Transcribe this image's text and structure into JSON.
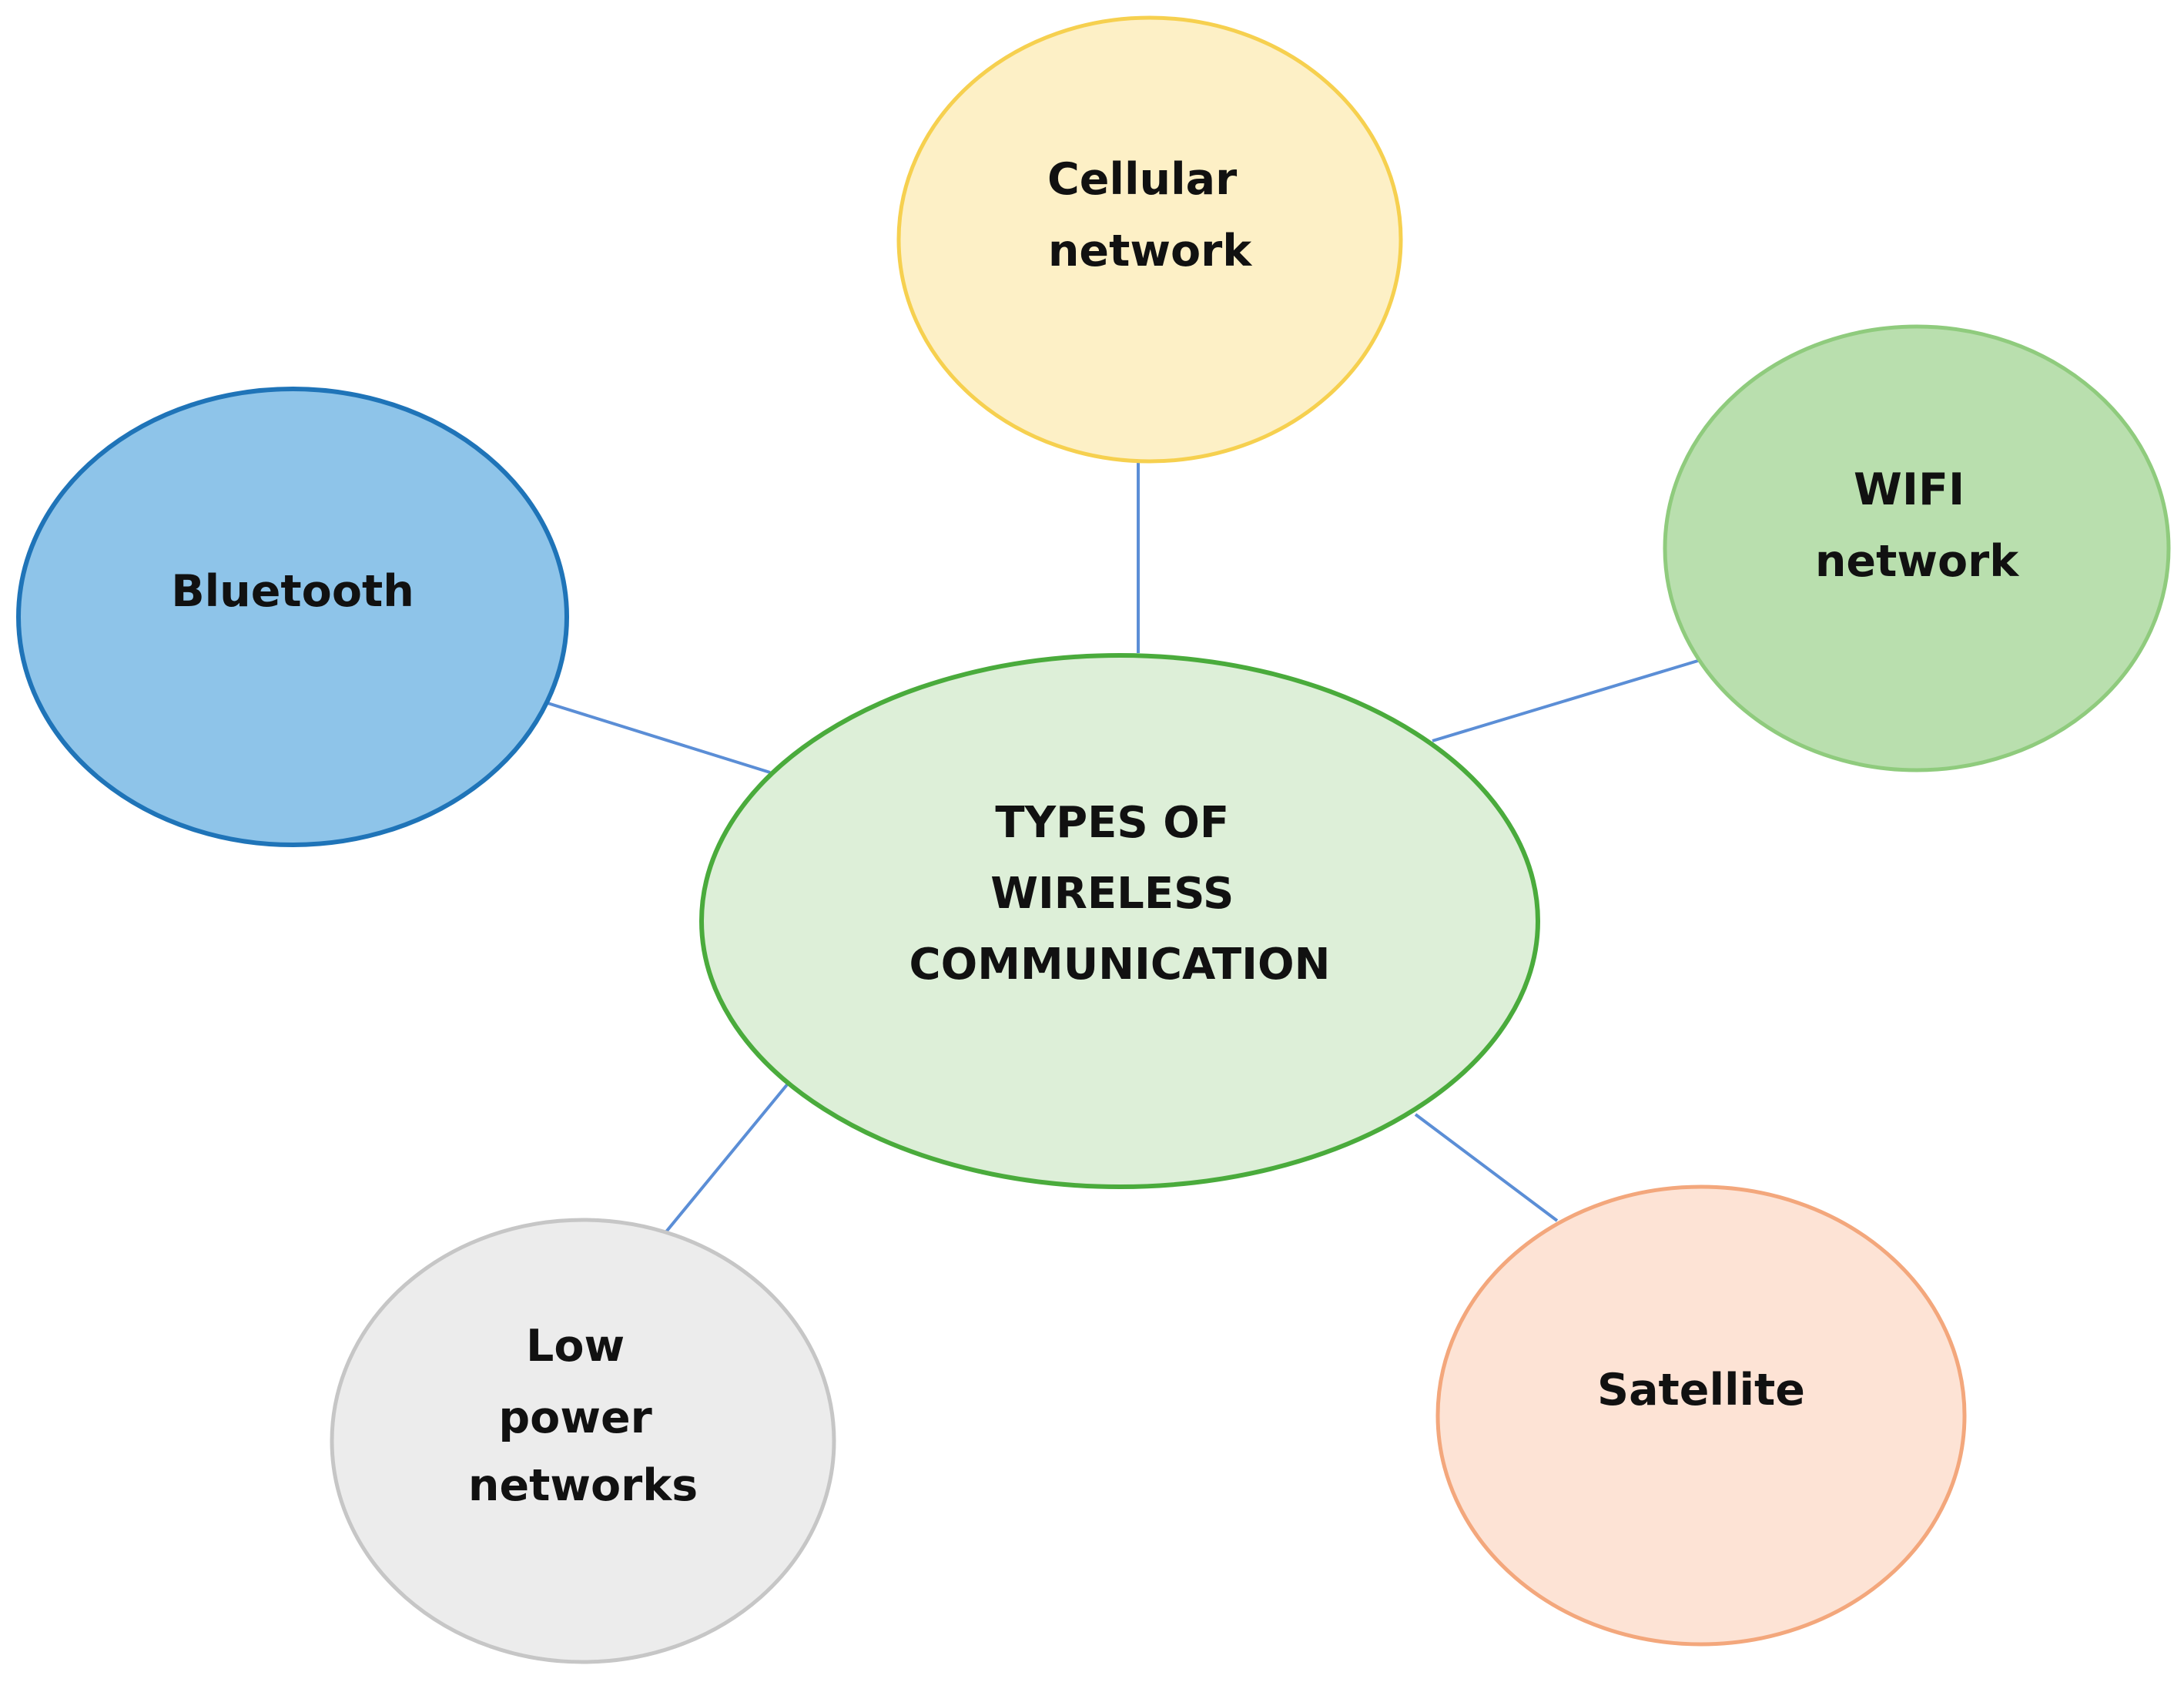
{
  "diagram": {
    "center": {
      "lines": [
        "TYPES OF",
        "WIRELESS",
        "COMMUNICATION"
      ],
      "fill": "#ddefd8",
      "stroke": "#4aab3c"
    },
    "nodes": [
      {
        "id": "cellular",
        "lines": [
          "Cellular",
          "network"
        ],
        "fill": "#fdf0c6",
        "stroke": "#f6d04f"
      },
      {
        "id": "wifi",
        "lines": [
          "WIFI",
          "network"
        ],
        "fill": "#b9dfae",
        "stroke": "#8fcb7d"
      },
      {
        "id": "bluetooth",
        "lines": [
          "Bluetooth"
        ],
        "fill": "#8ec4e9",
        "stroke": "#1f74b8"
      },
      {
        "id": "low-power",
        "lines": [
          "Low",
          "power",
          "networks"
        ],
        "fill": "#ececec",
        "stroke": "#c6c6c6"
      },
      {
        "id": "satellite",
        "lines": [
          "Satellite"
        ],
        "fill": "#fde3d5",
        "stroke": "#f3a77c"
      }
    ],
    "connector_color": "#5b8ed6"
  }
}
